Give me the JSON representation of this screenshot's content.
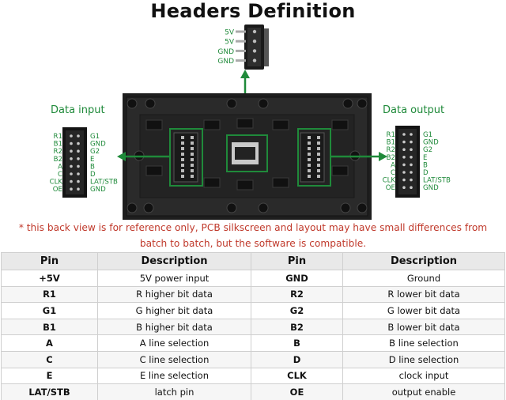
{
  "title": "Headers Definition",
  "colors": {
    "accent": "#1f8a3a",
    "note": "#c0392b",
    "board": "#202020"
  },
  "top_header": {
    "pins": [
      "5V",
      "5V",
      "GND",
      "GND"
    ]
  },
  "data_input": {
    "title": "Data input",
    "left_pins": [
      "R1",
      "B1",
      "R2",
      "B2",
      "A",
      "C",
      "CLK",
      "OE"
    ],
    "right_pins": [
      "G1",
      "GND",
      "G2",
      "E",
      "B",
      "D",
      "LAT/STB",
      "GND"
    ]
  },
  "data_output": {
    "title": "Data output",
    "left_pins": [
      "R1",
      "B1",
      "R2",
      "B2",
      "A",
      "C",
      "CLK",
      "OE"
    ],
    "right_pins": [
      "G1",
      "GND",
      "G2",
      "E",
      "B",
      "D",
      "LAT/STB",
      "GND"
    ]
  },
  "note": {
    "line1": "* this back view is for reference only, PCB silkscreen and layout may have small differences from",
    "line2": "batch to batch, but the software is compatible."
  },
  "table": {
    "headers": [
      "Pin",
      "Description",
      "Pin",
      "Description"
    ],
    "rows": [
      [
        "+5V",
        "5V power input",
        "GND",
        "Ground"
      ],
      [
        "R1",
        "R higher bit data",
        "R2",
        "R lower bit data"
      ],
      [
        "G1",
        "G higher bit data",
        "G2",
        "G lower bit data"
      ],
      [
        "B1",
        "B higher bit data",
        "B2",
        "B lower bit data"
      ],
      [
        "A",
        "A line selection",
        "B",
        "B line selection"
      ],
      [
        "C",
        "C line selection",
        "D",
        "D line selection"
      ],
      [
        "E",
        "E line selection",
        "CLK",
        "clock input"
      ],
      [
        "LAT/STB",
        "latch pin",
        "OE",
        "output enable"
      ]
    ]
  }
}
